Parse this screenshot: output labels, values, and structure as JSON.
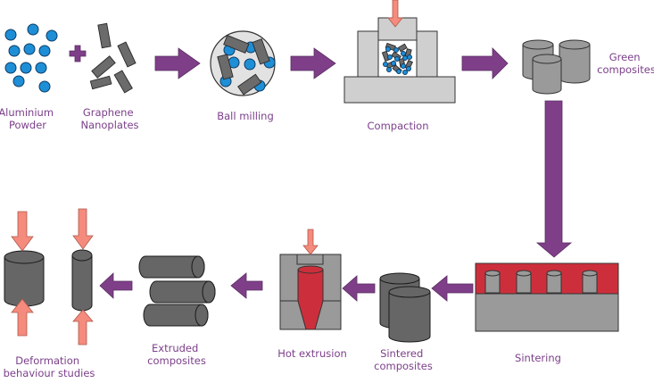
{
  "diagram": {
    "title": "Processing route of graphene nanoplatelet reinforced aluminium composites",
    "colors": {
      "label": "#7b3f8a",
      "flow_arrow": "#7f3f88",
      "pressure_arrow": "#f48b7d",
      "aluminium_particle": "#1e8fd6",
      "graphene": "#6b6b6b",
      "furnace_hot": "#cc2f3b"
    },
    "steps": [
      {
        "id": "aluminium",
        "label_lines": [
          "Aluminium",
          "Powder"
        ]
      },
      {
        "id": "graphene",
        "label_lines": [
          "Graphene",
          "Nanoplates"
        ]
      },
      {
        "id": "ball-milling",
        "label_lines": [
          "Ball milling"
        ]
      },
      {
        "id": "compaction",
        "label_lines": [
          "Compaction"
        ]
      },
      {
        "id": "green-composites",
        "label_lines": [
          "Green",
          "composites"
        ]
      },
      {
        "id": "sintering",
        "label_lines": [
          "Sintering"
        ]
      },
      {
        "id": "sintered-composites",
        "label_lines": [
          "Sintered",
          "composites"
        ]
      },
      {
        "id": "hot-extrusion",
        "label_lines": [
          "Hot extrusion"
        ]
      },
      {
        "id": "extruded-composites",
        "label_lines": [
          "Extruded",
          "composites"
        ]
      },
      {
        "id": "deformation",
        "label_lines": [
          "Deformation",
          "behaviour studies"
        ]
      }
    ],
    "plus_symbol": "+",
    "flow_order": [
      "aluminium+graphene",
      "ball-milling",
      "compaction",
      "green-composites",
      "sintering",
      "sintered-composites",
      "hot-extrusion",
      "extruded-composites",
      "deformation"
    ]
  }
}
